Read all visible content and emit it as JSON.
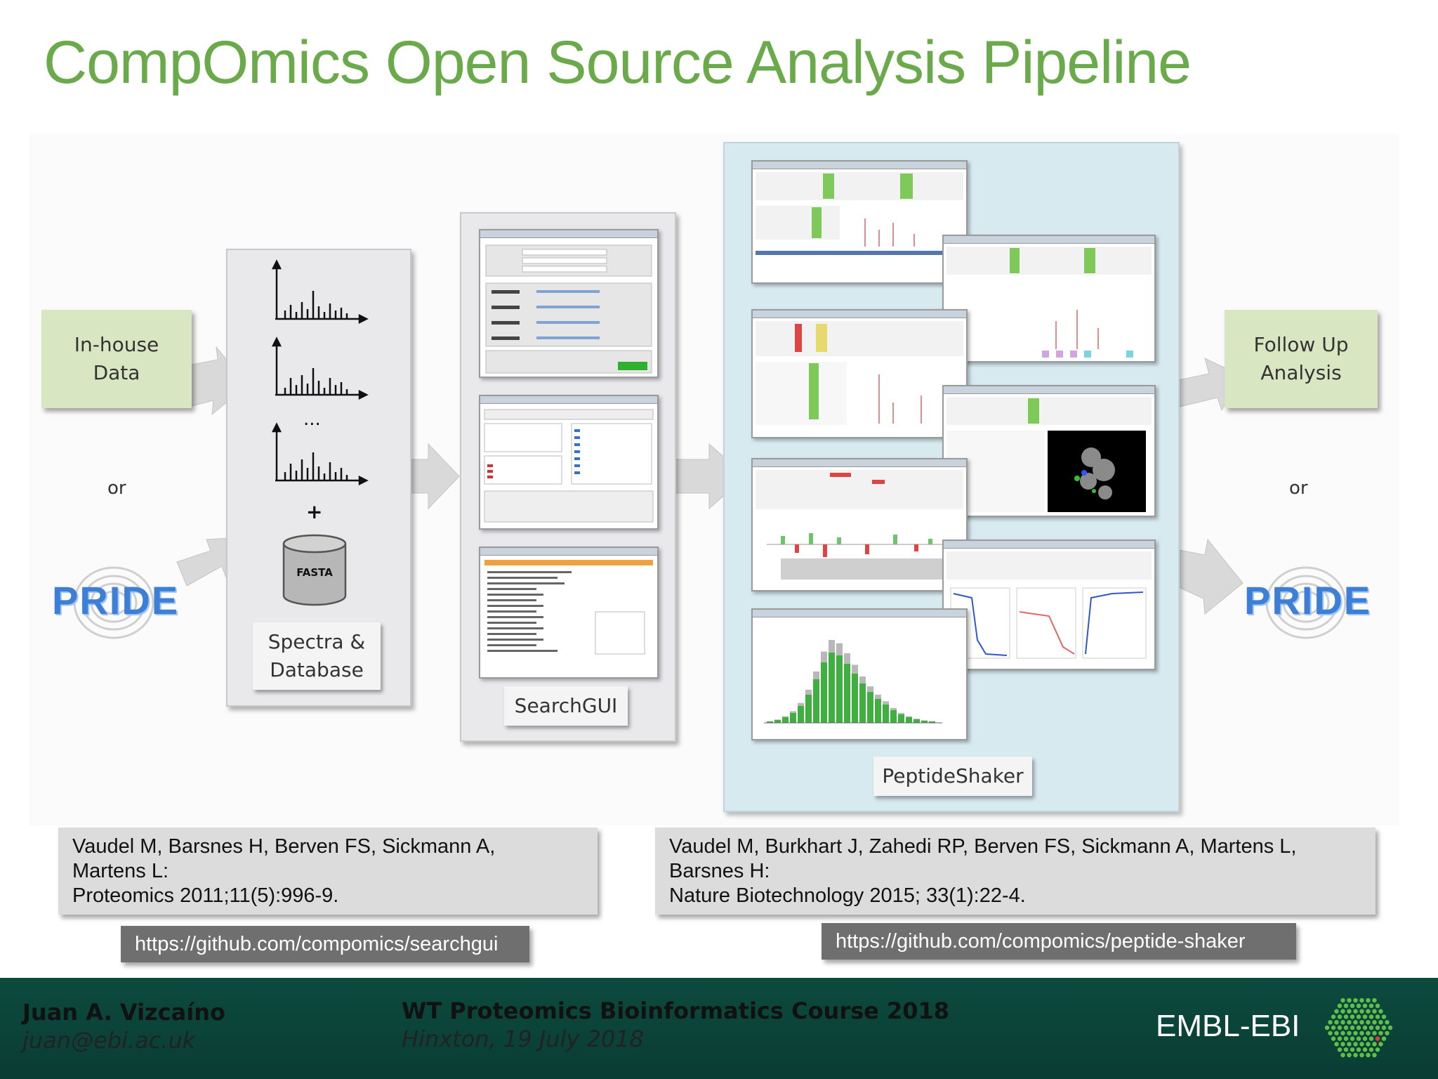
{
  "title": "CompOmics Open Source Analysis Pipeline",
  "inputs": {
    "inhouse_label_line1": "In-house",
    "inhouse_label_line2": "Data",
    "or_left": "or",
    "pride_left": "PRIDE"
  },
  "spectra_panel": {
    "ellipsis": "...",
    "plus": "+",
    "fasta_label": "FASTA",
    "label_line1": "Spectra &",
    "label_line2": "Database"
  },
  "searchgui": {
    "label": "SearchGUI"
  },
  "peptideshaker": {
    "label": "PeptideShaker"
  },
  "outputs": {
    "followup_line1": "Follow Up",
    "followup_line2": "Analysis",
    "or_right": "or",
    "pride_right": "PRIDE"
  },
  "references": {
    "left": {
      "line1": "Vaudel M, Barsnes H, Berven FS, Sickmann A,",
      "line2": "Martens L:",
      "line3": "Proteomics 2011;11(5):996-9."
    },
    "right": {
      "line1": "Vaudel M, Burkhart J, Zahedi RP, Berven FS, Sickmann A, Martens L,",
      "line2": "Barsnes H:",
      "line3": "Nature Biotechnology 2015; 33(1):22-4."
    },
    "link_left": "https://github.com/compomics/searchgui",
    "link_right": "https://github.com/compomics/peptide-shaker"
  },
  "footer": {
    "author": "Juan A. Vizcaíno",
    "email": "juan@ebi.ac.uk",
    "course": "WT Proteomics Bioinformatics Course 2018",
    "place_date": "Hinxton, 19 July 2018",
    "logo_text": "EMBL-EBI"
  },
  "colors": {
    "title_green": "#6aaa4a",
    "green_box": "#d8e6c2",
    "footer_bg": "#0c4a3e",
    "blue_panel": "#d7eaf0"
  }
}
